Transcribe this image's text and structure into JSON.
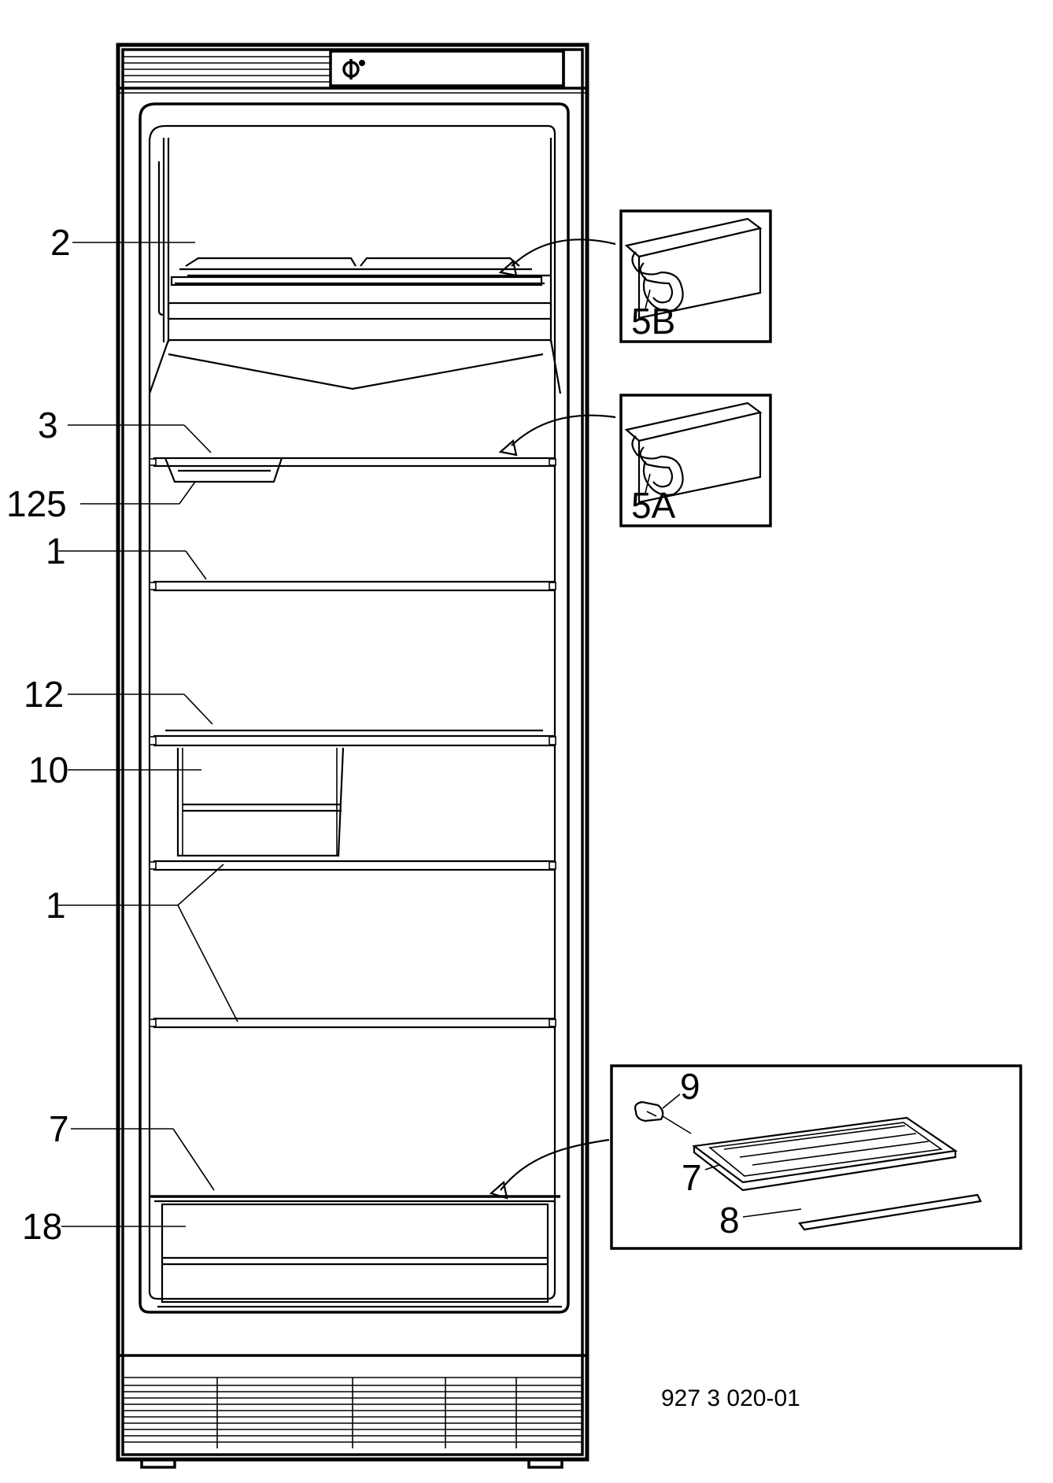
{
  "callouts": {
    "label_2": "2",
    "label_3": "3",
    "label_125": "125",
    "label_1_top": "1",
    "label_12": "12",
    "label_10": "10",
    "label_1_lower": "1",
    "label_7": "7",
    "label_18": "18"
  },
  "details": {
    "gasket_top_label": "5B",
    "gasket_bottom_label": "5A",
    "glass_shelf_labels": {
      "clip": "9",
      "glass": "7",
      "trim": "8"
    }
  },
  "drawing_code": "927 3 020-01"
}
